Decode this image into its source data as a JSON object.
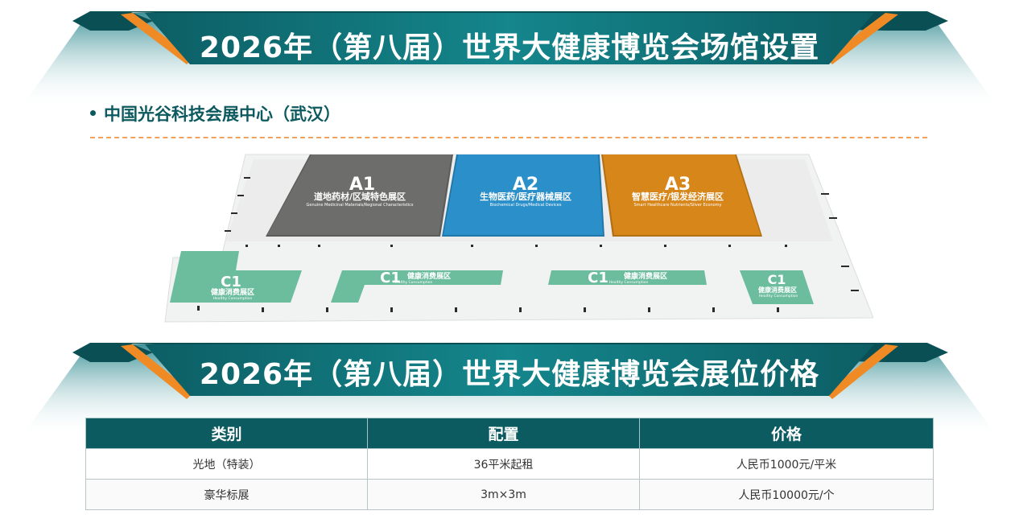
{
  "colors": {
    "teal_dark": "#0b5b61",
    "teal": "#17838a",
    "orange": "#f08a24",
    "hall_a1": "#6d6e6c",
    "hall_a2": "#2b8fc9",
    "hall_a3": "#d7861a",
    "hall_c1": "#6cbd9e"
  },
  "header": {
    "title": "2026年（第八届）世界大健康博览会场馆设置"
  },
  "venue": {
    "name": "中国光谷科技会展中心（武汉）"
  },
  "floorplan": {
    "halls": [
      {
        "code": "A1",
        "name_cn": "道地药材/区域特色展区",
        "name_en": "Genuine Medicinal Materials/Regional Characteristics",
        "color": "#6d6e6c"
      },
      {
        "code": "A2",
        "name_cn": "生物医药/医疗器械展区",
        "name_en": "Biochemical Drugs/Medical Devices",
        "color": "#2b8fc9"
      },
      {
        "code": "A3",
        "name_cn": "智慧医疗/银发经济展区",
        "name_en": "Smart Healthcare Nutrients/Silver Economy",
        "color": "#d7861a"
      }
    ],
    "c_zones": [
      {
        "code": "C1",
        "name_cn": "健康消费展区",
        "name_en": "Healthy Consumption"
      },
      {
        "code": "C1",
        "name_cn": "健康消费展区",
        "name_en": "Healthy Consumption"
      },
      {
        "code": "C1",
        "name_cn": "健康消费展区",
        "name_en": "Healthy Consumption"
      },
      {
        "code": "C1",
        "name_cn": "健康消费展区",
        "name_en": "Healthy Consumption"
      }
    ]
  },
  "pricing": {
    "title": "2026年（第八届）世界大健康博览会展位价格",
    "columns": [
      "类别",
      "配置",
      "价格"
    ],
    "rows": [
      [
        "光地（特装）",
        "36平米起租",
        "人民币1000元/平米"
      ],
      [
        "豪华标展",
        "3m×3m",
        "人民币10000元/个"
      ]
    ]
  }
}
